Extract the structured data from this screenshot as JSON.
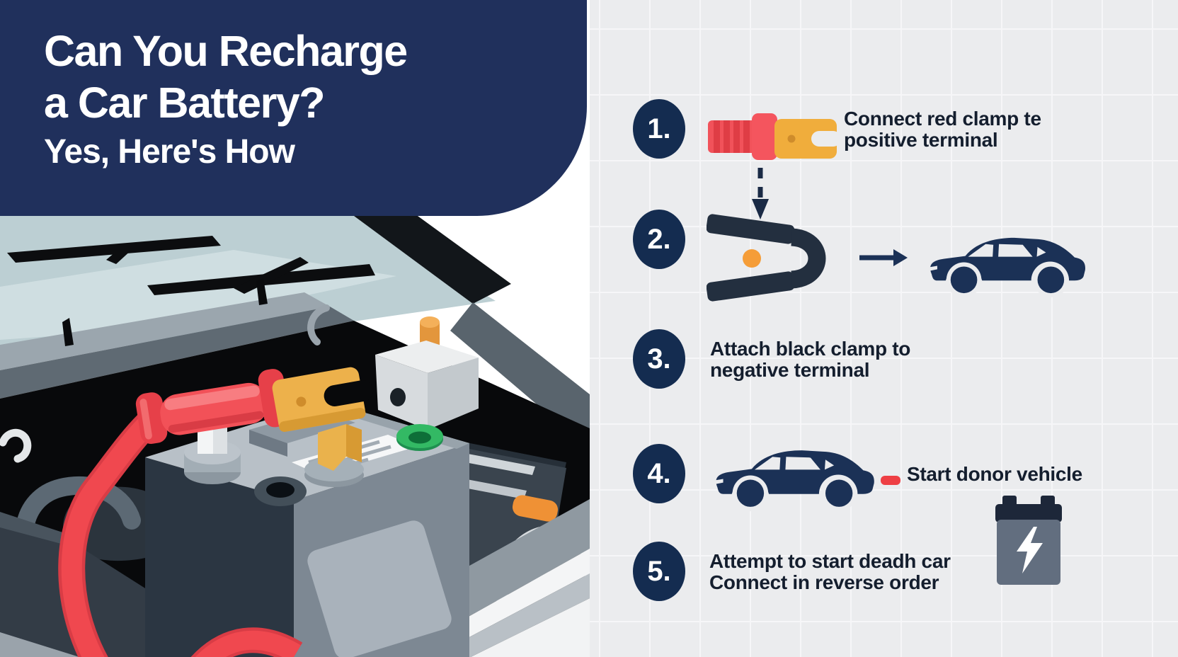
{
  "header": {
    "line1": "Can You Recharge",
    "line2": "a Car Battery?",
    "line3": "Yes, Here's How"
  },
  "steps": [
    {
      "number": "1.",
      "lines": [
        "Connect red clamp te",
        "positive terminal"
      ],
      "icon": "red-jumper-clamp-icon"
    },
    {
      "number": "2.",
      "lines": [],
      "icon": "black-jumper-clamp-icon, right-arrow-icon, car-icon"
    },
    {
      "number": "3.",
      "lines": [
        "Attach black clamp to",
        "negative terminal"
      ],
      "icon": ""
    },
    {
      "number": "4.",
      "lines": [
        "Start donor vehicle"
      ],
      "icon": "donor-car-icon, red-dash-icon"
    },
    {
      "number": "5.",
      "lines": [
        "Attempt to start deadh car",
        "Connect in reverse order"
      ],
      "icon": "battery-bolt-icon"
    }
  ],
  "illustration": {
    "name": "car-battery-engine-bay-illustration"
  },
  "colors": {
    "header_bg": "#20305c",
    "circle_bg": "#142c50",
    "panel_bg": "#ebecee",
    "step_text": "#141e2e",
    "accent_red": "#ee4550",
    "accent_yellow": "#eeb04a",
    "accent_orange": "#f59d38",
    "icon_navy": "#1b3156",
    "green_indicator": "#33b964"
  }
}
